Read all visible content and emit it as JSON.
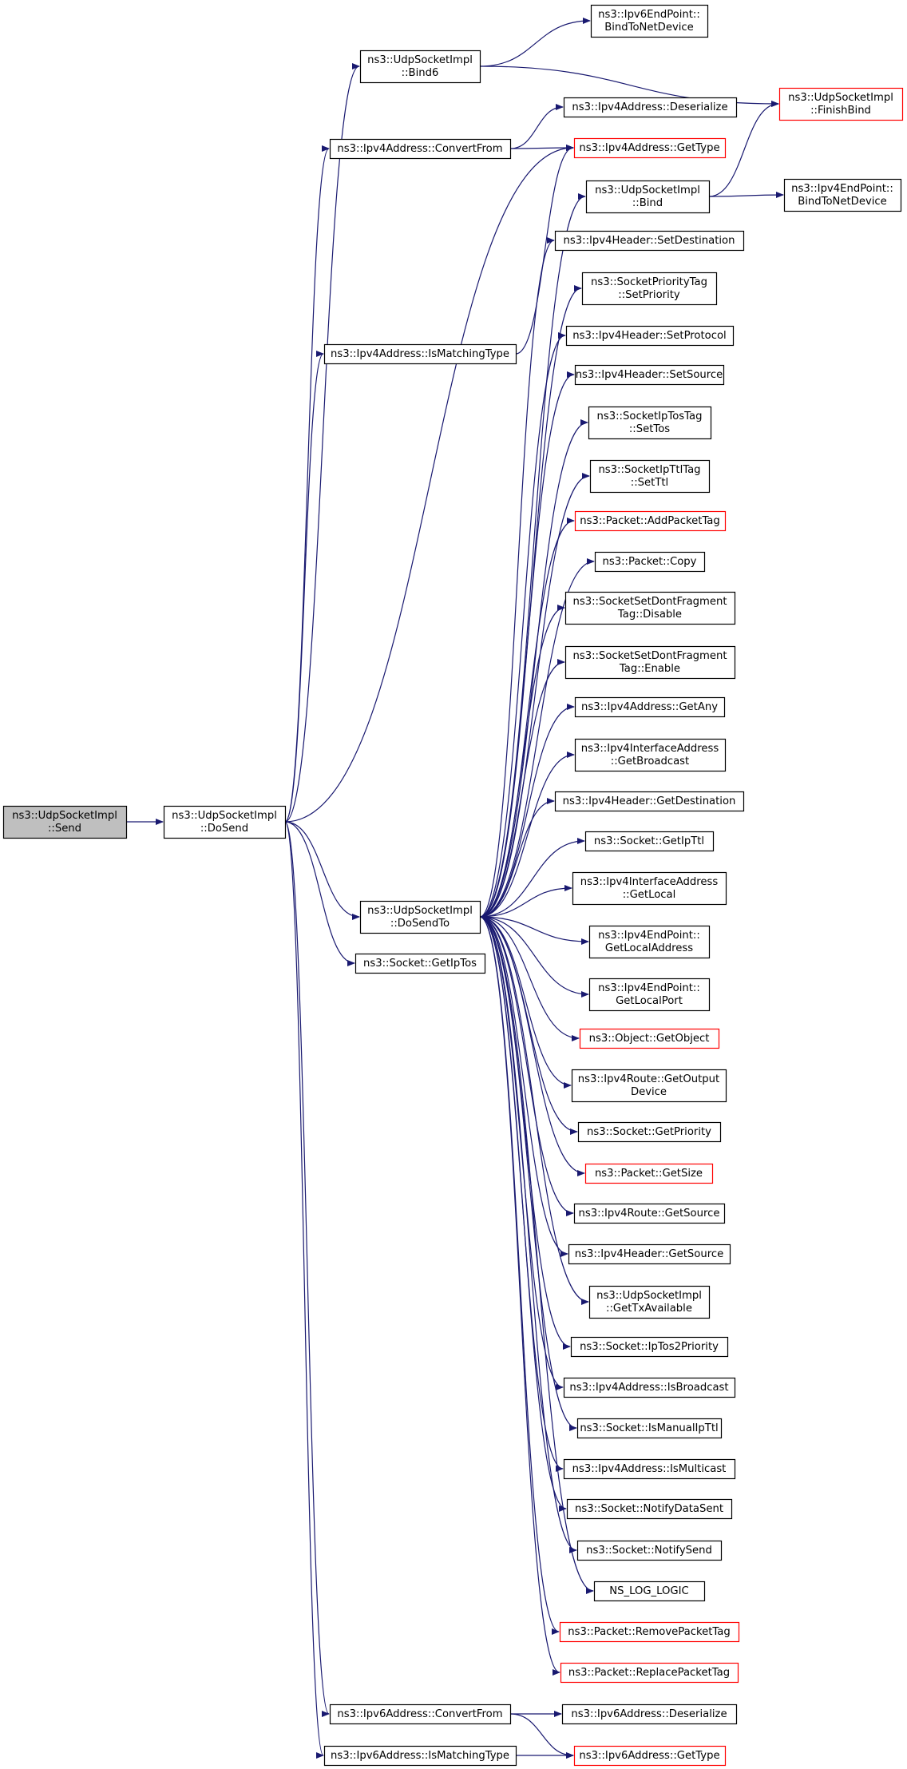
{
  "colors": {
    "edge": "#191970",
    "border_default": "#000000",
    "border_truncated": "#ff0000",
    "root_fill": "#bfbfbf",
    "node_fill": "#ffffff"
  },
  "nodes": [
    {
      "id": "send",
      "lines": [
        "ns3::UdpSocketImpl",
        "::Send"
      ],
      "root": true
    },
    {
      "id": "dosend",
      "lines": [
        "ns3::UdpSocketImpl",
        "::DoSend"
      ]
    },
    {
      "id": "bind6",
      "lines": [
        "ns3::UdpSocketImpl",
        "::Bind6"
      ]
    },
    {
      "id": "v4convertfrom",
      "lines": [
        "ns3::Ipv4Address::ConvertFrom"
      ]
    },
    {
      "id": "v4ismatching",
      "lines": [
        "ns3::Ipv4Address::IsMatchingType"
      ]
    },
    {
      "id": "dosendto",
      "lines": [
        "ns3::UdpSocketImpl",
        "::DoSendTo"
      ]
    },
    {
      "id": "getiptos_left",
      "lines": [
        "ns3::Socket::GetIpTos"
      ]
    },
    {
      "id": "v6convertfrom",
      "lines": [
        "ns3::Ipv6Address::ConvertFrom"
      ]
    },
    {
      "id": "v6ismatching",
      "lines": [
        "ns3::Ipv6Address::IsMatchingType"
      ]
    },
    {
      "id": "ep6bind",
      "lines": [
        "ns3::Ipv6EndPoint::",
        "BindToNetDevice"
      ]
    },
    {
      "id": "v4deserialize",
      "lines": [
        "ns3::Ipv4Address::Deserialize"
      ]
    },
    {
      "id": "v4gettype",
      "lines": [
        "ns3::Ipv4Address::GetType"
      ],
      "truncated": true
    },
    {
      "id": "bind",
      "lines": [
        "ns3::UdpSocketImpl",
        "::Bind"
      ]
    },
    {
      "id": "setdestination",
      "lines": [
        "ns3::Ipv4Header::SetDestination"
      ]
    },
    {
      "id": "setpriority",
      "lines": [
        "ns3::SocketPriorityTag",
        "::SetPriority"
      ]
    },
    {
      "id": "setprotocol",
      "lines": [
        "ns3::Ipv4Header::SetProtocol"
      ]
    },
    {
      "id": "setsource",
      "lines": [
        "ns3::Ipv4Header::SetSource"
      ]
    },
    {
      "id": "settos",
      "lines": [
        "ns3::SocketIpTosTag",
        "::SetTos"
      ]
    },
    {
      "id": "setttl",
      "lines": [
        "ns3::SocketIpTtlTag",
        "::SetTtl"
      ]
    },
    {
      "id": "addpackettag",
      "lines": [
        "ns3::Packet::AddPacketTag"
      ],
      "truncated": true
    },
    {
      "id": "copy",
      "lines": [
        "ns3::Packet::Copy"
      ]
    },
    {
      "id": "dfdisable",
      "lines": [
        "ns3::SocketSetDontFragment",
        "Tag::Disable"
      ]
    },
    {
      "id": "dfenable",
      "lines": [
        "ns3::SocketSetDontFragment",
        "Tag::Enable"
      ]
    },
    {
      "id": "getany",
      "lines": [
        "ns3::Ipv4Address::GetAny"
      ]
    },
    {
      "id": "getbroadcast",
      "lines": [
        "ns3::Ipv4InterfaceAddress",
        "::GetBroadcast"
      ]
    },
    {
      "id": "getdestination",
      "lines": [
        "ns3::Ipv4Header::GetDestination"
      ]
    },
    {
      "id": "getipttl",
      "lines": [
        "ns3::Socket::GetIpTtl"
      ]
    },
    {
      "id": "getlocal",
      "lines": [
        "ns3::Ipv4InterfaceAddress",
        "::GetLocal"
      ]
    },
    {
      "id": "getlocaladdress",
      "lines": [
        "ns3::Ipv4EndPoint::",
        "GetLocalAddress"
      ]
    },
    {
      "id": "getlocalport",
      "lines": [
        "ns3::Ipv4EndPoint::",
        "GetLocalPort"
      ]
    },
    {
      "id": "getobject",
      "lines": [
        "ns3::Object::GetObject"
      ],
      "truncated": true
    },
    {
      "id": "getoutputdevice",
      "lines": [
        "ns3::Ipv4Route::GetOutput",
        "Device"
      ]
    },
    {
      "id": "getpriority",
      "lines": [
        "ns3::Socket::GetPriority"
      ]
    },
    {
      "id": "getsize",
      "lines": [
        "ns3::Packet::GetSize"
      ],
      "truncated": true
    },
    {
      "id": "routegetsource",
      "lines": [
        "ns3::Ipv4Route::GetSource"
      ]
    },
    {
      "id": "headergetsource",
      "lines": [
        "ns3::Ipv4Header::GetSource"
      ]
    },
    {
      "id": "gettxavailable",
      "lines": [
        "ns3::UdpSocketImpl",
        "::GetTxAvailable"
      ]
    },
    {
      "id": "iptos2priority",
      "lines": [
        "ns3::Socket::IpTos2Priority"
      ]
    },
    {
      "id": "isbroadcast",
      "lines": [
        "ns3::Ipv4Address::IsBroadcast"
      ]
    },
    {
      "id": "ismanualipttl",
      "lines": [
        "ns3::Socket::IsManualIpTtl"
      ]
    },
    {
      "id": "ismulticast",
      "lines": [
        "ns3::Ipv4Address::IsMulticast"
      ]
    },
    {
      "id": "notifydatasent",
      "lines": [
        "ns3::Socket::NotifyDataSent"
      ]
    },
    {
      "id": "notifysend",
      "lines": [
        "ns3::Socket::NotifySend"
      ]
    },
    {
      "id": "nslog",
      "lines": [
        "NS_LOG_LOGIC"
      ]
    },
    {
      "id": "removepackettag",
      "lines": [
        "ns3::Packet::RemovePacketTag"
      ],
      "truncated": true
    },
    {
      "id": "replacepackettag",
      "lines": [
        "ns3::Packet::ReplacePacketTag"
      ],
      "truncated": true
    },
    {
      "id": "v6deserialize",
      "lines": [
        "ns3::Ipv6Address::Deserialize"
      ]
    },
    {
      "id": "v6gettype",
      "lines": [
        "ns3::Ipv6Address::GetType"
      ],
      "truncated": true
    },
    {
      "id": "finishbind",
      "lines": [
        "ns3::UdpSocketImpl",
        "::FinishBind"
      ],
      "truncated": true
    },
    {
      "id": "ep4bind",
      "lines": [
        "ns3::Ipv4EndPoint::",
        "BindToNetDevice"
      ]
    }
  ],
  "edges": [
    [
      "send",
      "dosend"
    ],
    [
      "dosend",
      "bind6"
    ],
    [
      "dosend",
      "v4convertfrom"
    ],
    [
      "dosend",
      "v4ismatching"
    ],
    [
      "dosend",
      "v4gettype"
    ],
    [
      "dosend",
      "dosendto"
    ],
    [
      "dosend",
      "getiptos_left"
    ],
    [
      "dosend",
      "v6convertfrom"
    ],
    [
      "dosend",
      "v6ismatching"
    ],
    [
      "bind6",
      "ep6bind"
    ],
    [
      "bind6",
      "finishbind"
    ],
    [
      "v4convertfrom",
      "v4deserialize"
    ],
    [
      "v4convertfrom",
      "v4gettype"
    ],
    [
      "v4ismatching",
      "v4gettype"
    ],
    [
      "bind",
      "finishbind"
    ],
    [
      "bind",
      "ep4bind"
    ],
    [
      "v6convertfrom",
      "v6deserialize"
    ],
    [
      "v6convertfrom",
      "v6gettype"
    ],
    [
      "v6ismatching",
      "v6gettype"
    ],
    [
      "dosendto",
      "bind"
    ],
    [
      "dosendto",
      "setdestination"
    ],
    [
      "dosendto",
      "setpriority"
    ],
    [
      "dosendto",
      "setprotocol"
    ],
    [
      "dosendto",
      "setsource"
    ],
    [
      "dosendto",
      "settos"
    ],
    [
      "dosendto",
      "setttl"
    ],
    [
      "dosendto",
      "addpackettag"
    ],
    [
      "dosendto",
      "copy"
    ],
    [
      "dosendto",
      "dfdisable"
    ],
    [
      "dosendto",
      "dfenable"
    ],
    [
      "dosendto",
      "getany"
    ],
    [
      "dosendto",
      "getbroadcast"
    ],
    [
      "dosendto",
      "getdestination"
    ],
    [
      "dosendto",
      "getipttl"
    ],
    [
      "dosendto",
      "getlocal"
    ],
    [
      "dosendto",
      "getlocaladdress"
    ],
    [
      "dosendto",
      "getlocalport"
    ],
    [
      "dosendto",
      "getobject"
    ],
    [
      "dosendto",
      "getoutputdevice"
    ],
    [
      "dosendto",
      "getpriority"
    ],
    [
      "dosendto",
      "getsize"
    ],
    [
      "dosendto",
      "routegetsource"
    ],
    [
      "dosendto",
      "headergetsource"
    ],
    [
      "dosendto",
      "gettxavailable"
    ],
    [
      "dosendto",
      "iptos2priority"
    ],
    [
      "dosendto",
      "isbroadcast"
    ],
    [
      "dosendto",
      "ismanualipttl"
    ],
    [
      "dosendto",
      "ismulticast"
    ],
    [
      "dosendto",
      "notifydatasent"
    ],
    [
      "dosendto",
      "notifysend"
    ],
    [
      "dosendto",
      "nslog"
    ],
    [
      "dosendto",
      "removepackettag"
    ],
    [
      "dosendto",
      "replacepackettag"
    ]
  ]
}
